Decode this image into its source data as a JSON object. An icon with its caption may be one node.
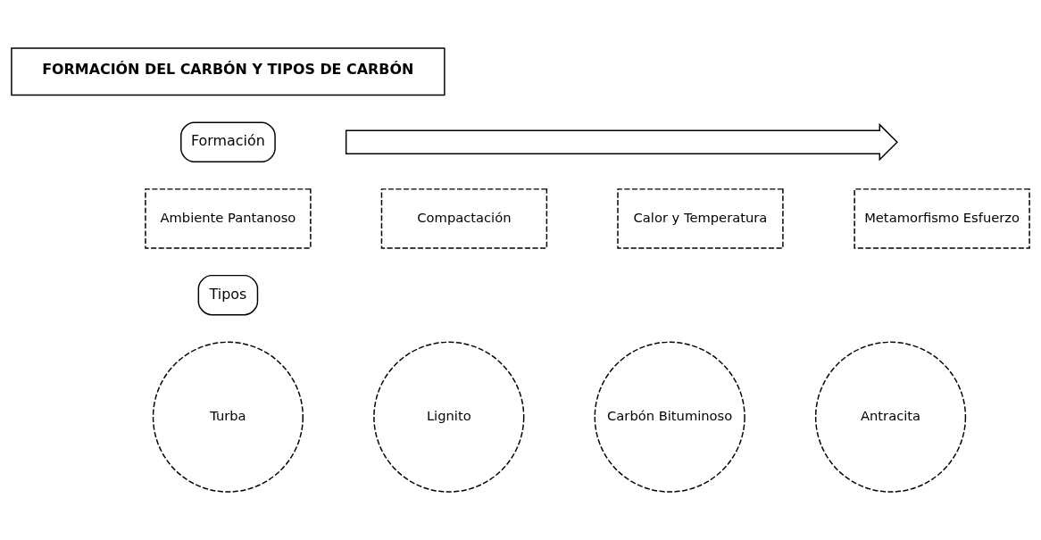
{
  "diagram": {
    "nodes": [
      {
        "text": [
          "FORMACIÓN DEL CARBÓN Y TIPOS DE CARBÓN"
        ]
      },
      {
        "text": [],
        "shape": "arrow"
      },
      {
        "text": [
          "Ambiente Pantanoso"
        ]
      },
      {
        "text": [
          "Compactación"
        ]
      },
      {
        "text": [
          "Calor y Temperatura"
        ]
      },
      {
        "text": [
          "Metamorfismo Esfuerzo"
        ]
      },
      {
        "text": [
          "Turba"
        ]
      },
      {
        "text": [
          "Lignito"
        ]
      },
      {
        "text": [
          "Carbón Bituminoso"
        ]
      },
      {
        "text": [
          "Antracita"
        ]
      }
    ],
    "edges": [],
    "labels": [
      "Formación",
      "Tipos"
    ]
  }
}
